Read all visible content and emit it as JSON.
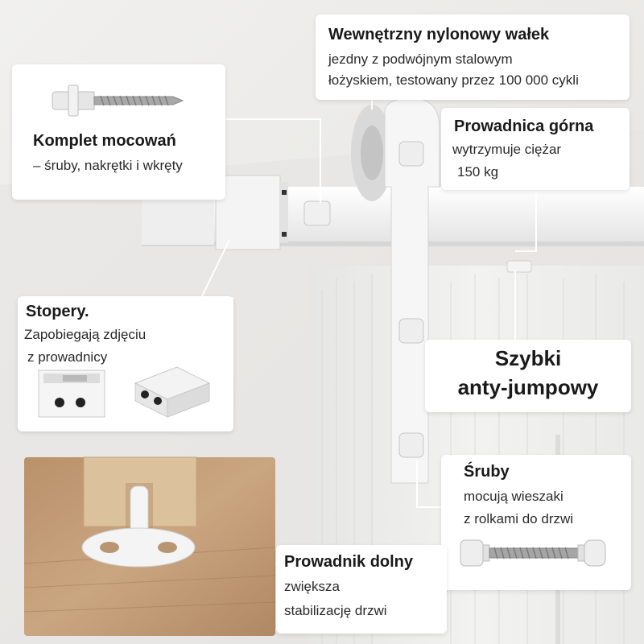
{
  "colors": {
    "wall": "#ecebe8",
    "hardware": "#f2f2f2",
    "door": "#ececea",
    "floor_wood": "#c7a27d",
    "card": "#ffffff",
    "leader": "#ffffff"
  },
  "fixings": {
    "title": "Komplet mocowań",
    "desc": "– śruby, nakrętki i wkręty"
  },
  "roller": {
    "title": "Wewnętrzny nylonowy wałek",
    "line1": "jezdny z podwójnym stalowym",
    "line2": "łożyskiem, testowany przez 100 000 cykli"
  },
  "rail": {
    "title": "Prowadnica górna",
    "line1": "wytrzymuje ciężar",
    "line2": "150 kg"
  },
  "stops": {
    "title": "Stopery.",
    "line1": "Zapobiegają  zdjęciu",
    "line2": "z prowadnicy"
  },
  "anti_jump": {
    "line1": "Szybki",
    "line2": "anty-jumpowy"
  },
  "screws": {
    "title": "Śruby",
    "line1": "mocują wieszaki",
    "line2": "z rolkami do drzwi"
  },
  "floor_guide": {
    "title": "Prowadnik dolny",
    "line1": "zwiększa",
    "line2": "stabilizację drzwi"
  }
}
